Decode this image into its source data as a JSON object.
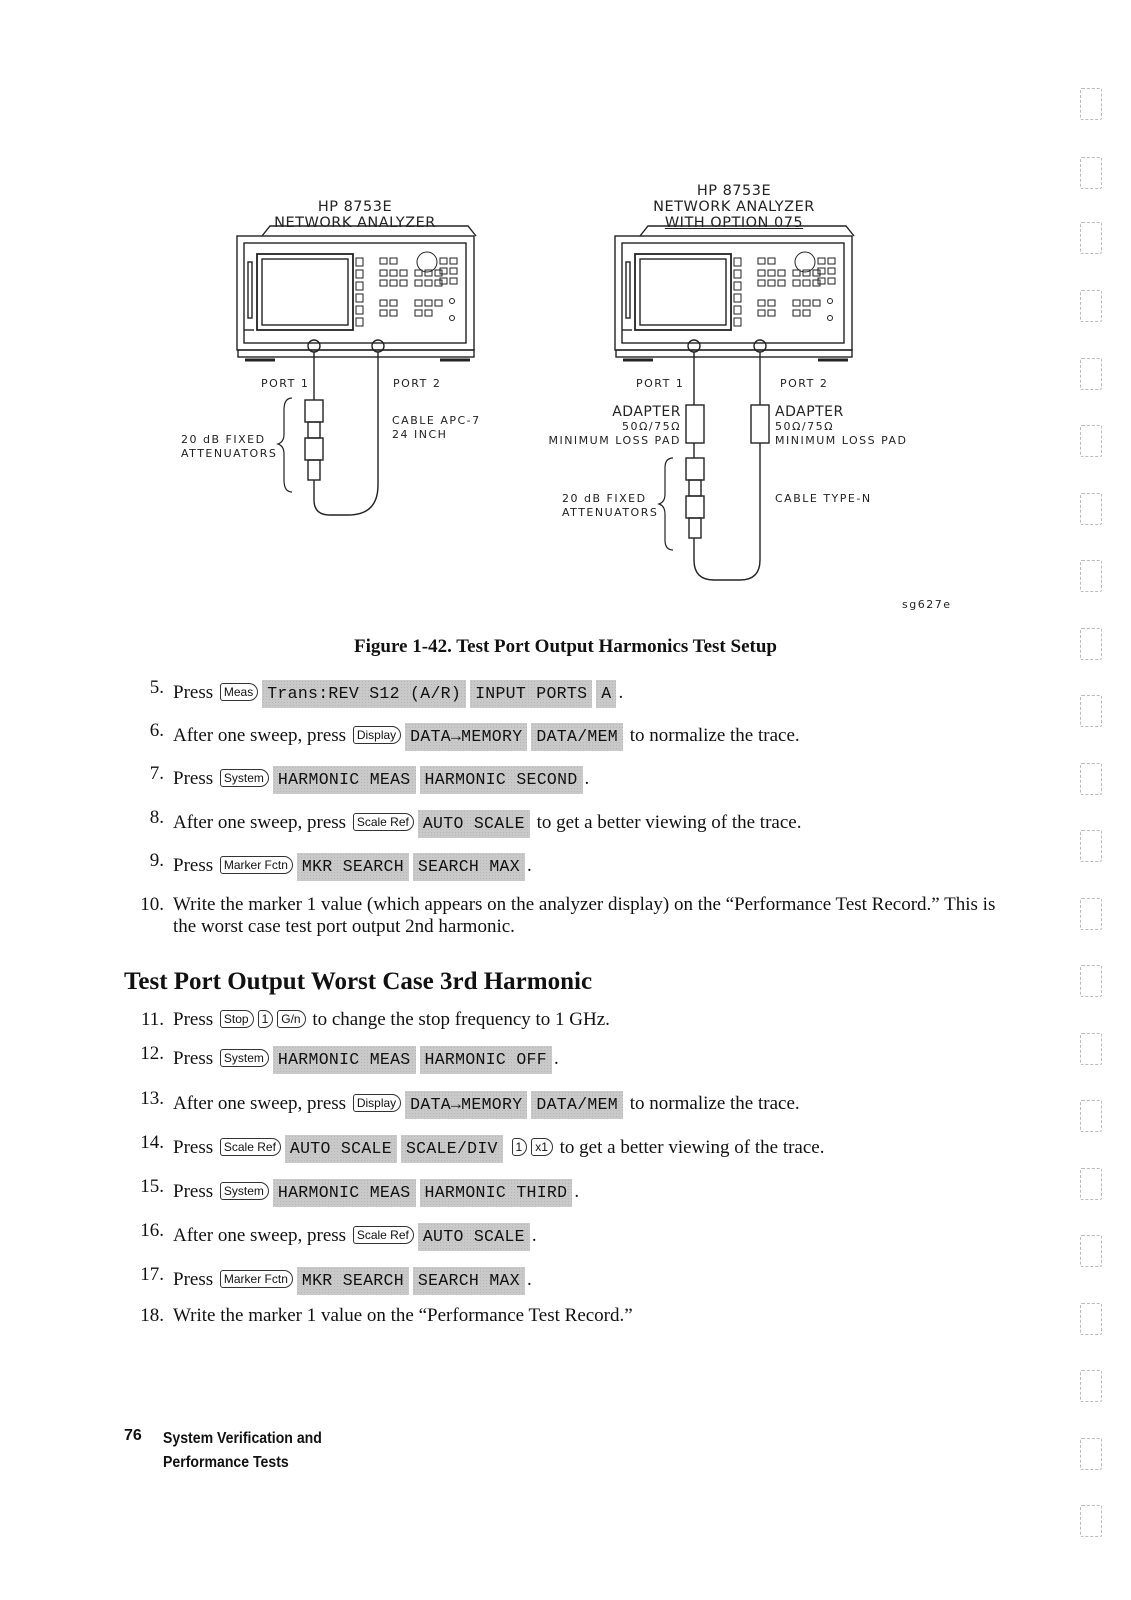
{
  "figure": {
    "left_title": [
      "HP 8753E",
      "NETWORK ANALYZER"
    ],
    "right_title": [
      "HP 8753E",
      "NETWORK ANALYZER",
      "WITH OPTION 075"
    ],
    "left_port1": "PORT 1",
    "left_port2": "PORT 2",
    "left_cable": [
      "CABLE APC-7",
      "24 INCH"
    ],
    "left_attenuators": [
      "20 dB FIXED",
      "ATTENUATORS"
    ],
    "right_port1": "PORT 1",
    "right_port2": "PORT 2",
    "right_adapter_left": [
      "ADAPTER",
      "50Ω/75Ω",
      "MINIMUM LOSS PAD"
    ],
    "right_adapter_right": [
      "ADAPTER",
      "50Ω/75Ω",
      "MINIMUM LOSS PAD"
    ],
    "right_attenuators": [
      "20 dB FIXED",
      "ATTENUATORS"
    ],
    "right_cable": "CABLE TYPE-N",
    "figure_id": "sg627e",
    "caption": "Figure 1-42. Test Port Output Harmonics Test Setup"
  },
  "steps_a": [
    {
      "num": "5.",
      "t1": "Press",
      "hk1": "Meas",
      "sk1": "Trans:REV S12 (A/R)",
      "sk2": "INPUT PORTS",
      "sk3": "A",
      "t2": "."
    },
    {
      "num": "6.",
      "t1": "After one sweep, press",
      "hk1": "Display",
      "sk1": "DATA→MEMORY",
      "sk2": "DATA/MEM",
      "t2": "to normalize the trace."
    },
    {
      "num": "7.",
      "t1": "Press",
      "hk1": "System",
      "sk1": "HARMONIC MEAS",
      "sk2": "HARMONIC SECOND",
      "t2": "."
    },
    {
      "num": "8.",
      "t1": "After one sweep, press",
      "hk1": "Scale Ref",
      "sk1": "AUTO SCALE",
      "t2": "to get a better viewing of the trace."
    },
    {
      "num": "9.",
      "t1": "Press",
      "hk1": "Marker Fctn",
      "sk1": "MKR SEARCH",
      "sk2": "SEARCH MAX",
      "t2": "."
    },
    {
      "num": "10.",
      "text": "Write the marker 1 value (which appears on the analyzer display) on the “Performance Test Record.” This is the worst case test port output 2nd harmonic."
    }
  ],
  "section_heading": "Test Port Output Worst Case 3rd Harmonic",
  "steps_b": [
    {
      "num": "11.",
      "t1": "Press",
      "hk1": "Stop",
      "hk2": "1",
      "hk3": "G/n",
      "t2": "to change the stop frequency to 1 GHz."
    },
    {
      "num": "12.",
      "t1": "Press",
      "hk1": "System",
      "sk1": "HARMONIC MEAS",
      "sk2": "HARMONIC OFF",
      "t2": "."
    },
    {
      "num": "13.",
      "t1": "After one sweep, press",
      "hk1": "Display",
      "sk1": "DATA→MEMORY",
      "sk2": "DATA/MEM",
      "t2": "to normalize the trace."
    },
    {
      "num": "14.",
      "t1": "Press",
      "hk1": "Scale Ref",
      "sk1": "AUTO SCALE",
      "sk2": "SCALE/DIV",
      "hk2": "1",
      "hk3": "x1",
      "t2": "to get a better viewing of the trace."
    },
    {
      "num": "15.",
      "t1": "Press",
      "hk1": "System",
      "sk1": "HARMONIC MEAS",
      "sk2": "HARMONIC THIRD",
      "t2": "."
    },
    {
      "num": "16.",
      "t1": "After one sweep, press",
      "hk1": "Scale Ref",
      "sk1": "AUTO SCALE",
      "t2": "."
    },
    {
      "num": "17.",
      "t1": "Press",
      "hk1": "Marker Fctn",
      "sk1": "MKR SEARCH",
      "sk2": "SEARCH MAX",
      "t2": "."
    },
    {
      "num": "18.",
      "text": "Write the marker 1 value on the “Performance Test Record.”"
    }
  ],
  "footer": {
    "page_number": "76",
    "section_title": "System Verification and Performance Tests"
  }
}
